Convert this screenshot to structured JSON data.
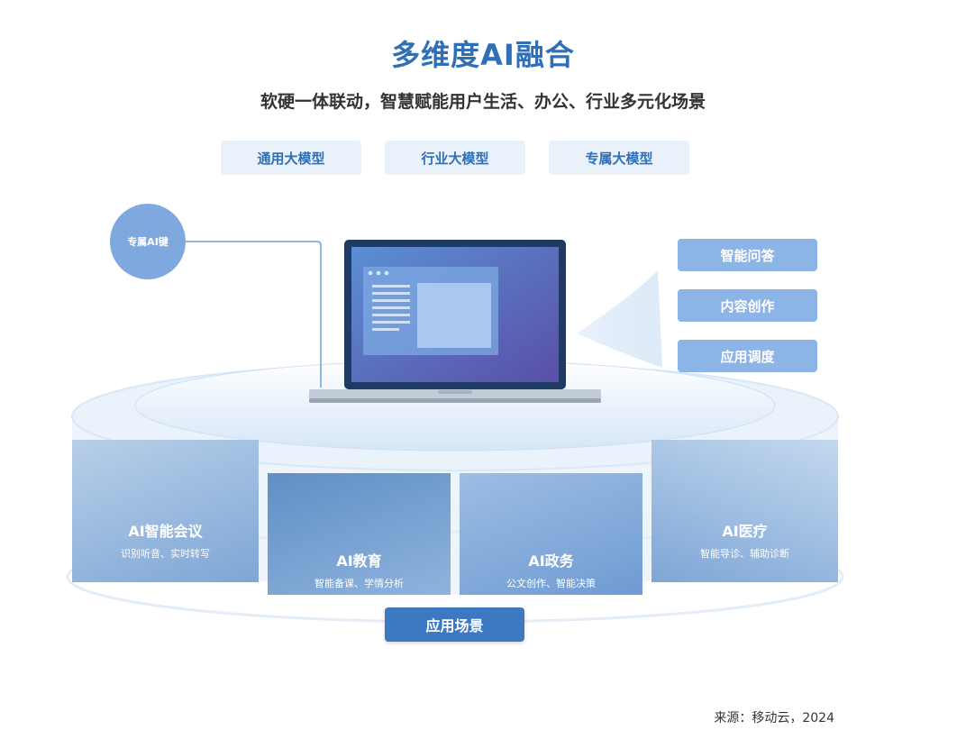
{
  "title": "多维度AI融合",
  "subtitle": "软硬一体联动，智慧赋能用户生活、办公、行业多元化场景",
  "models": [
    "通用大模型",
    "行业大模型",
    "专属大模型"
  ],
  "ai_key": "专属AI键",
  "features": [
    "智能问答",
    "内容创作",
    "应用调度"
  ],
  "scenarios": [
    {
      "title": "AI智能会议",
      "desc": "识别听音、实时转写"
    },
    {
      "title": "AI教育",
      "desc": "智能备课、学情分析"
    },
    {
      "title": "AI政务",
      "desc": "公文创作、智能决策"
    },
    {
      "title": "AI医疗",
      "desc": "智能导诊、辅助诊断"
    }
  ],
  "scene_label": "应用场景",
  "source": "来源：移动云，2024",
  "colors": {
    "accent": "#2f6fb6",
    "button": "#3d78c2",
    "soft": "#8cb4e6"
  }
}
